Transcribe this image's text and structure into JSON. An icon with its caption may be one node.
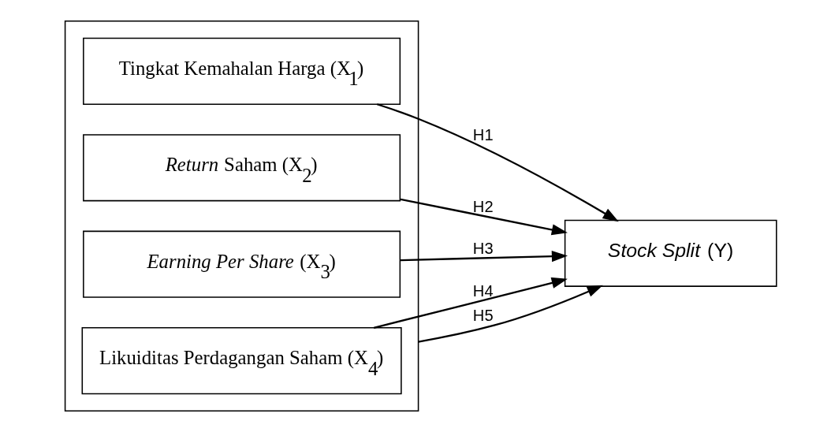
{
  "diagram": {
    "nodes": [
      {
        "text": [],
        "shape": "box"
      },
      {
        "text": [
          "Tingkat Kemahalan Harga (X$_{1}$)"
        ],
        "in": 0
      },
      {
        "text": [
          "*Return* Saham (X$_{2}$)"
        ],
        "in": 0
      },
      {
        "text": [
          "*Earning Per Share* (X$_{3}$)"
        ],
        "in": 0
      },
      {
        "text": [
          "Likuiditas Perdagangan Saham (X$_{4}$)"
        ],
        "in": 0
      },
      {
        "text": [
          "*Stock Split* (Y)"
        ]
      }
    ],
    "edges": [
      {
        "from": 1,
        "to": 5,
        "arrow": "to",
        "label": "H1"
      },
      {
        "from": 2,
        "to": 5,
        "arrow": "to",
        "label": "H2"
      },
      {
        "from": 3,
        "to": 5,
        "arrow": "to",
        "label": "H3"
      },
      {
        "from": 4,
        "to": 5,
        "arrow": "to",
        "label": "H4"
      },
      {
        "from": 0,
        "to": 5,
        "arrow": "to",
        "label": "H5"
      }
    ]
  }
}
